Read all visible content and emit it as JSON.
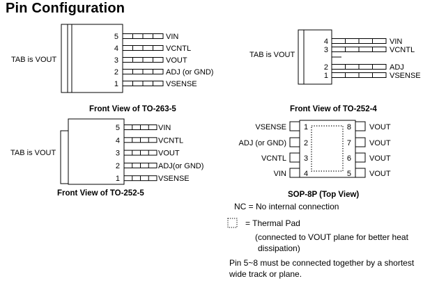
{
  "heading": "Pin Configuration",
  "packages": [
    {
      "id": "to263-5",
      "caption": "Front View of TO-263-5",
      "tab_label": "TAB is VOUT",
      "pins": [
        {
          "num": "5",
          "name": "VIN"
        },
        {
          "num": "4",
          "name": "VCNTL"
        },
        {
          "num": "3",
          "name": "VOUT"
        },
        {
          "num": "2",
          "name": "ADJ (or GND)"
        },
        {
          "num": "1",
          "name": "VSENSE"
        }
      ]
    },
    {
      "id": "to252-4",
      "caption": "Front View of TO-252-4",
      "tab_label": "TAB is VOUT",
      "pins": [
        {
          "num": "4",
          "name": "VIN"
        },
        {
          "num": "3",
          "name": "VCNTL"
        },
        {
          "num": "",
          "name": ""
        },
        {
          "num": "2",
          "name": "ADJ"
        },
        {
          "num": "1",
          "name": "VSENSE"
        }
      ]
    },
    {
      "id": "to252-5",
      "caption": "Front View of TO-252-5",
      "tab_label": "TAB is VOUT",
      "pins": [
        {
          "num": "5",
          "name": "VIN"
        },
        {
          "num": "4",
          "name": "VCNTL"
        },
        {
          "num": "3",
          "name": "VOUT"
        },
        {
          "num": "2",
          "name": "ADJ(or GND)"
        },
        {
          "num": "1",
          "name": "VSENSE"
        }
      ]
    },
    {
      "id": "sop8p",
      "caption": "SOP-8P (Top View)",
      "left_pins": [
        {
          "num": "1",
          "name": "VSENSE"
        },
        {
          "num": "2",
          "name": "ADJ (or GND)"
        },
        {
          "num": "3",
          "name": "VCNTL"
        },
        {
          "num": "4",
          "name": "VIN"
        }
      ],
      "right_pins": [
        {
          "num": "8",
          "name": "VOUT"
        },
        {
          "num": "7",
          "name": "VOUT"
        },
        {
          "num": "6",
          "name": "VOUT"
        },
        {
          "num": "5",
          "name": "VOUT"
        }
      ]
    }
  ],
  "notes": {
    "nc": "NC = No internal connection",
    "thermal_pad": "= Thermal Pad",
    "thermal_pad_detail_1": "(connected to VOUT plane for better heat",
    "thermal_pad_detail_2": "dissipation)",
    "pin_note_1": "Pin 5~8 must be connected together by a shortest",
    "pin_note_2": "wide track or plane."
  }
}
